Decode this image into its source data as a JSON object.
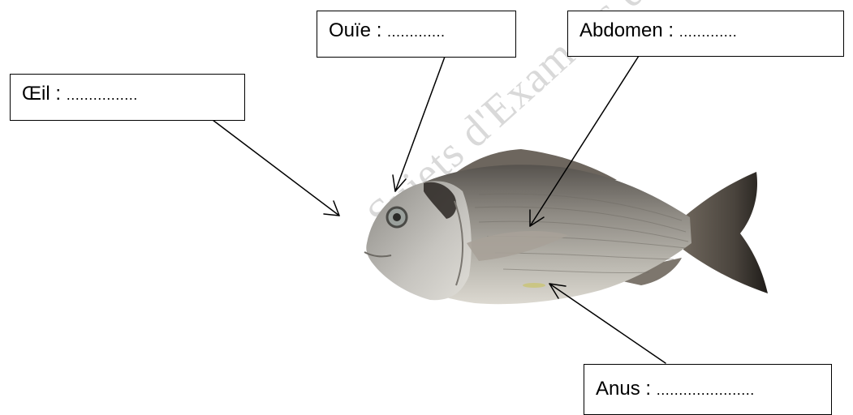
{
  "labels": {
    "oeil": {
      "name": "Œil",
      "separator": " : ",
      "blank": "................"
    },
    "ouie": {
      "name": "Ouïe",
      "separator": " : ",
      "blank": "............."
    },
    "abdomen": {
      "name": "Abdomen",
      "separator": " : ",
      "blank": "............."
    },
    "anus": {
      "name": "Anus",
      "separator": " : ",
      "blank": "......................"
    }
  },
  "watermark": "Sujets d'Examens de l'enseignement",
  "colors": {
    "fish_back": "#5e5a55",
    "fish_mid": "#9d9a92",
    "fish_belly": "#d9d6ce",
    "fin": "#6e665c",
    "tail_dark": "#2a2724",
    "eye_patch": "#2a2622",
    "line": "#000000"
  },
  "icons": {
    "arrow": "open-arrowhead",
    "fish": "sea-bream-photo"
  }
}
